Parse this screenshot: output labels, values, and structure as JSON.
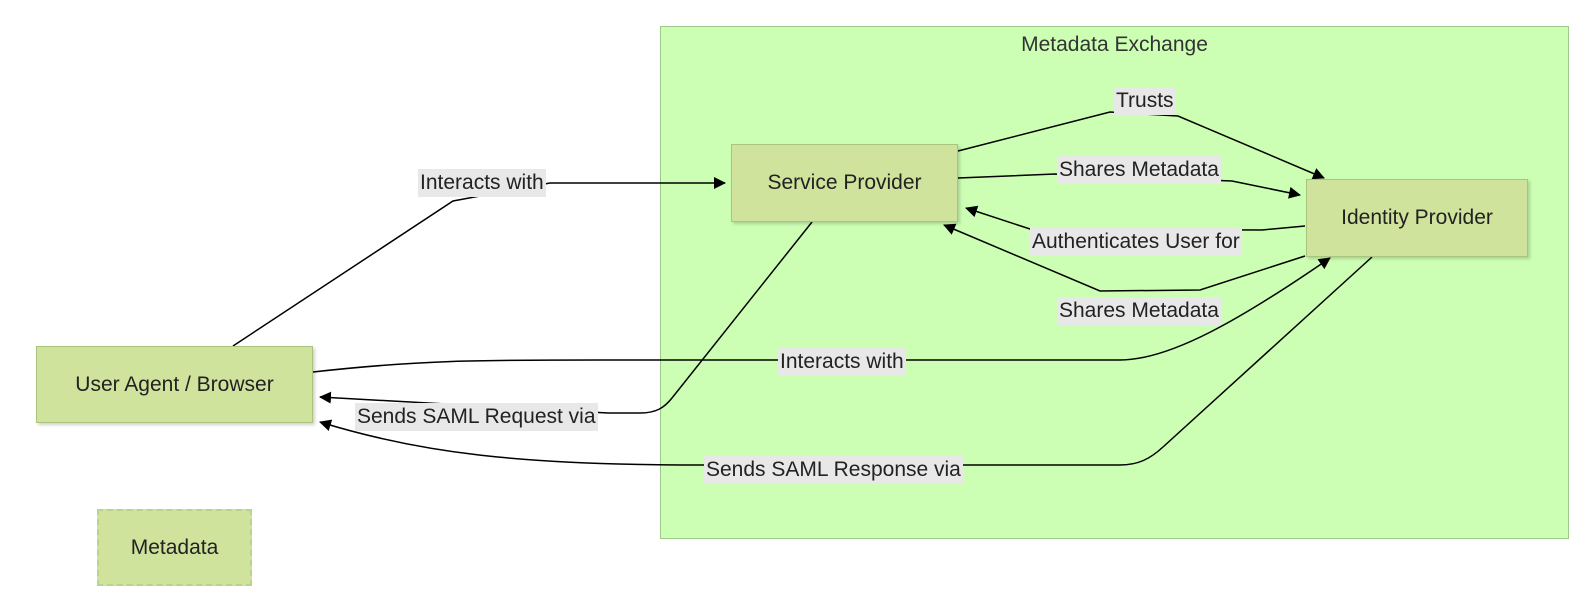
{
  "cluster": {
    "title": "Metadata Exchange"
  },
  "nodes": {
    "user_agent": "User Agent / Browser",
    "service_provider": "Service Provider",
    "identity_provider": "Identity Provider",
    "metadata": "Metadata"
  },
  "edges": {
    "trusts": "Trusts",
    "sp_shares_metadata": "Shares Metadata",
    "authenticates_user_for": "Authenticates User for",
    "idp_shares_metadata": "Shares Metadata",
    "ua_interacts_sp": "Interacts with",
    "ua_interacts_idp": "Interacts with",
    "sends_saml_request": "Sends SAML Request via",
    "sends_saml_response": "Sends SAML Response via"
  },
  "colors": {
    "cluster_fill": "#ccffb3",
    "node_fill": "#cfe39d",
    "label_bg": "#e8e8e8",
    "edge": "#000000"
  }
}
